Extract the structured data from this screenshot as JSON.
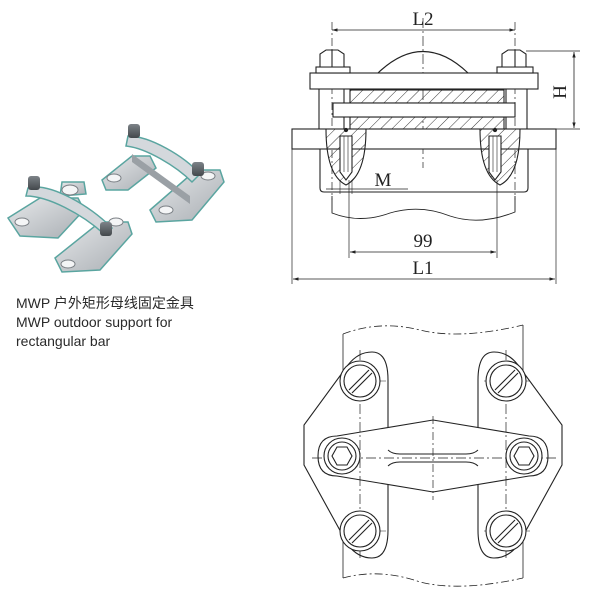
{
  "product": {
    "caption_cn": "MWP 户外矩形母线固定金具",
    "caption_en_line1": "MWP outdoor support for",
    "caption_en_line2": "rectangular bar"
  },
  "side_view": {
    "dimensions": {
      "L2": "L2",
      "H": "H",
      "M": "M",
      "spacing": "99",
      "L1": "L1"
    }
  },
  "colors": {
    "line": "#222222",
    "metal": "#c9cdd2",
    "metal_edge": "#5aa5a0",
    "bolt": "#5b6166"
  }
}
